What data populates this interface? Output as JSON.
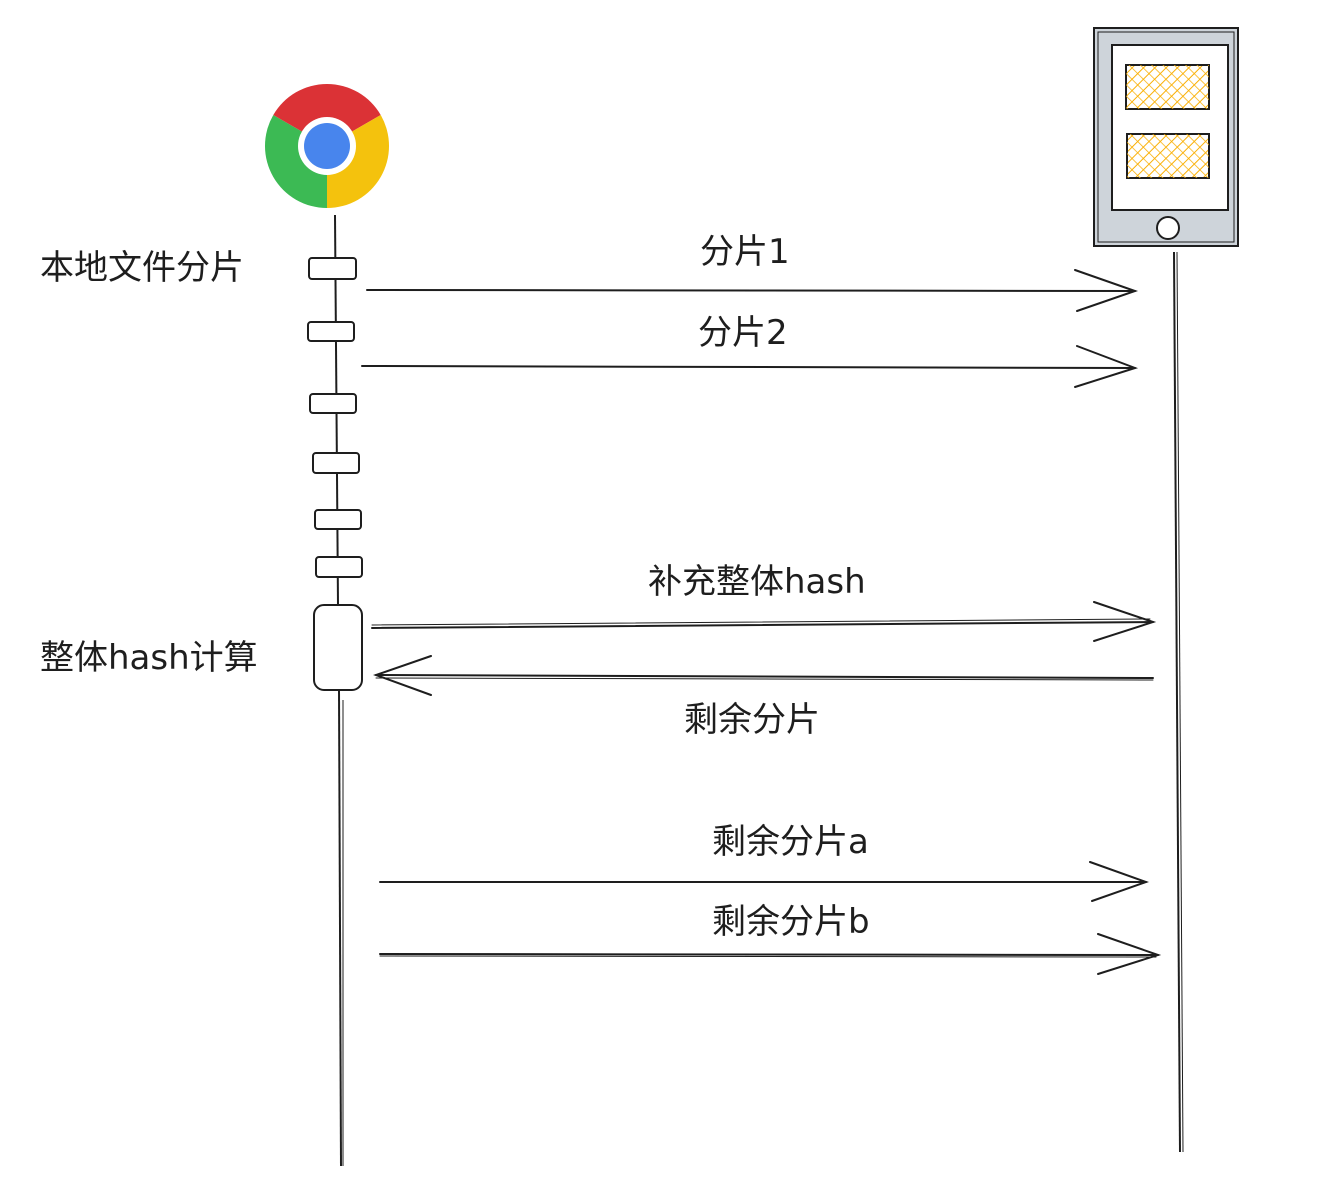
{
  "participants": {
    "client": {
      "icon": "chrome-browser-icon"
    },
    "server": {
      "icon": "tablet-device-icon"
    }
  },
  "client_notes": {
    "local_split": "本地文件分片",
    "whole_hash_calc": "整体hash计算"
  },
  "messages": [
    {
      "label": "分片1",
      "from": "client",
      "to": "server"
    },
    {
      "label": "分片2",
      "from": "client",
      "to": "server"
    },
    {
      "label": "补充整体hash",
      "from": "client",
      "to": "server"
    },
    {
      "label": "剩余分片",
      "from": "server",
      "to": "client"
    },
    {
      "label": "剩余分片a",
      "from": "client",
      "to": "server"
    },
    {
      "label": "剩余分片b",
      "from": "client",
      "to": "server"
    }
  ],
  "colors": {
    "stroke": "#1e1e1e",
    "chrome_red": "#db3236",
    "chrome_green": "#3cba54",
    "chrome_yellow": "#f4c20d",
    "chrome_blue": "#4885ed",
    "device_fill": "#ced4da",
    "screen_block_hatch": "#fab005"
  }
}
